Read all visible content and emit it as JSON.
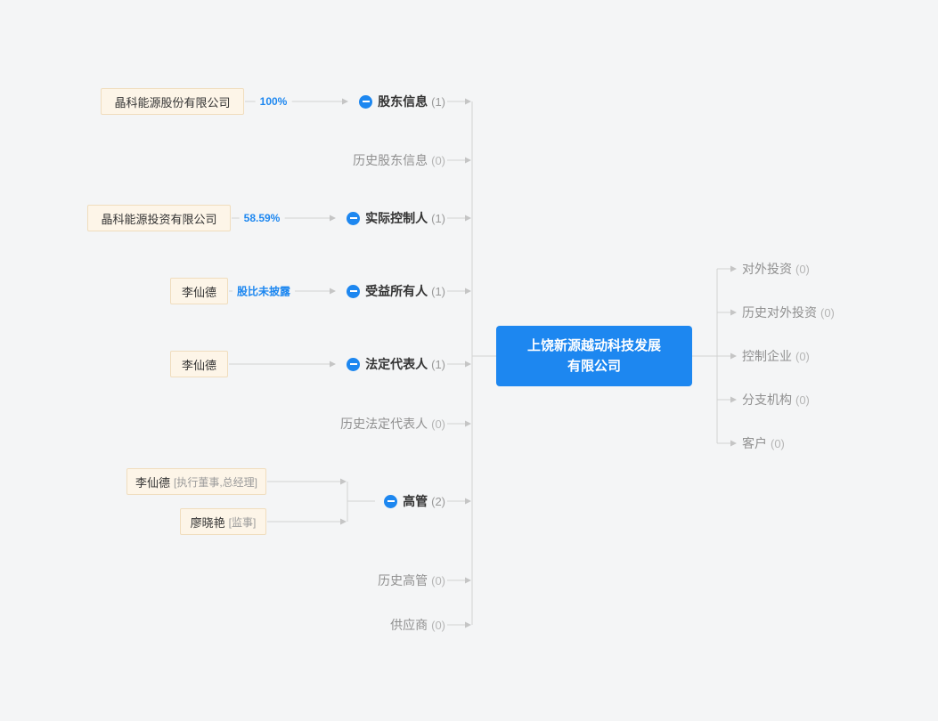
{
  "colors": {
    "accent_blue": "#1d87f0",
    "entity_bg": "#fdf5e8",
    "entity_border": "#f0ddbe",
    "line": "#d2d2d2",
    "gray_text": "#909090",
    "page_bg": "#f4f5f6"
  },
  "center_node": {
    "line1": "上饶新源越动科技发展",
    "line2": "有限公司"
  },
  "entities": [
    {
      "name": "晶科能源股份有限公司"
    },
    {
      "name": "晶科能源投资有限公司"
    },
    {
      "name": "李仙德"
    },
    {
      "name": "李仙德"
    },
    {
      "name": "李仙德",
      "role": "[执行董事,总经理]"
    },
    {
      "name": "廖晓艳",
      "role": "[监事]"
    }
  ],
  "edge_labels": [
    {
      "text": "100%"
    },
    {
      "text": "58.59%"
    },
    {
      "text": "股比未披露"
    }
  ],
  "left_categories": [
    {
      "label": "股东信息",
      "count": "(1)"
    },
    {
      "label": "历史股东信息",
      "count": "(0)"
    },
    {
      "label": "实际控制人",
      "count": "(1)"
    },
    {
      "label": "受益所有人",
      "count": "(1)"
    },
    {
      "label": "法定代表人",
      "count": "(1)"
    },
    {
      "label": "历史法定代表人",
      "count": "(0)"
    },
    {
      "label": "高管",
      "count": "(2)"
    },
    {
      "label": "历史高管",
      "count": "(0)"
    },
    {
      "label": "供应商",
      "count": "(0)"
    }
  ],
  "right_categories": [
    {
      "label": "对外投资",
      "count": "(0)"
    },
    {
      "label": "历史对外投资",
      "count": "(0)"
    },
    {
      "label": "控制企业",
      "count": "(0)"
    },
    {
      "label": "分支机构",
      "count": "(0)"
    },
    {
      "label": "客户",
      "count": "(0)"
    }
  ]
}
